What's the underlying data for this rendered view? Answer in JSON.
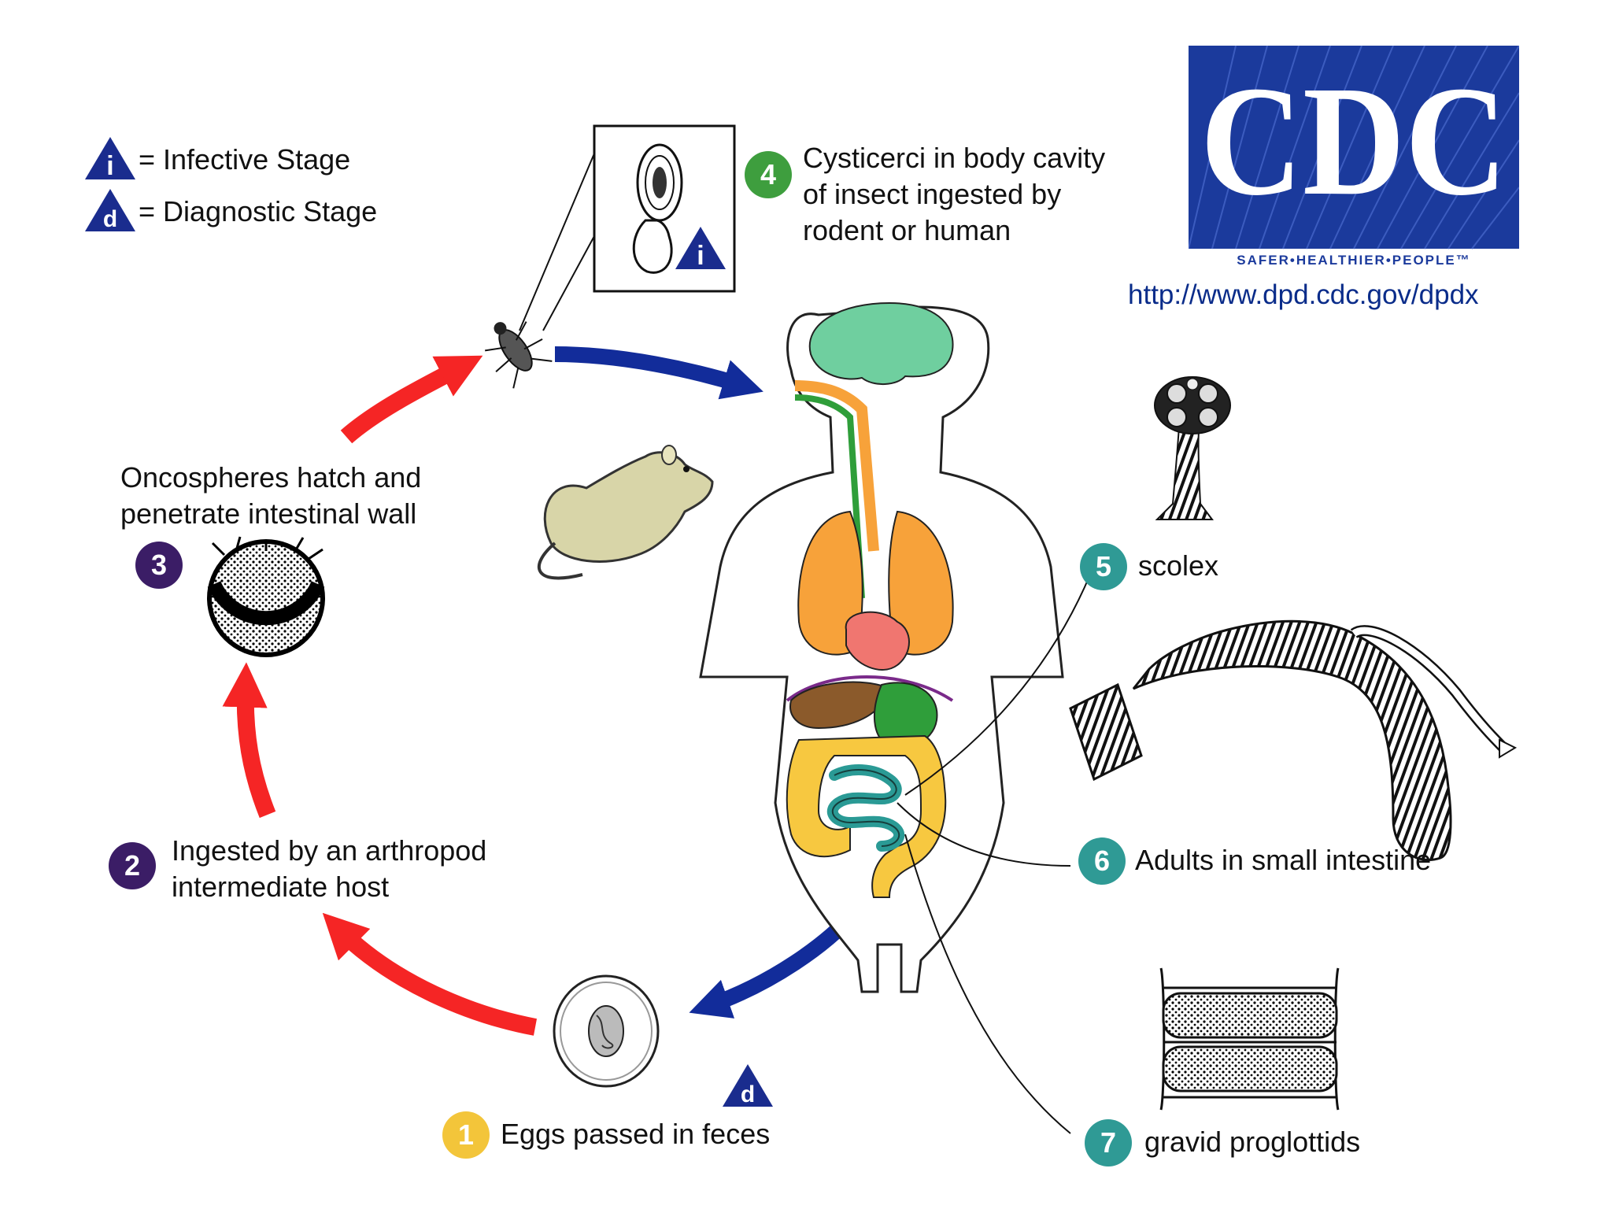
{
  "legend": {
    "infective": {
      "symbol": "i",
      "label": "= Infective Stage"
    },
    "diagnostic": {
      "symbol": "d",
      "label": "= Diagnostic Stage"
    }
  },
  "logo": {
    "text": "CDC",
    "tagline": "SAFER•HEALTHIER•PEOPLE™",
    "url": "http://www.dpd.cdc.gov/dpdx"
  },
  "stages": [
    {
      "number": "1",
      "lines": [
        "Eggs passed in feces"
      ],
      "color": "#f3c53a"
    },
    {
      "number": "2",
      "lines": [
        "Ingested by an arthropod",
        "intermediate host"
      ],
      "color": "#3b1d66"
    },
    {
      "number": "3",
      "lines": [
        "Oncospheres hatch and",
        "penetrate intestinal wall"
      ],
      "color": "#3b1d66"
    },
    {
      "number": "4",
      "lines": [
        "Cysticerci in body cavity",
        "of insect ingested by",
        "rodent or human"
      ],
      "color": "#3e9e3e"
    },
    {
      "number": "5",
      "lines": [
        "scolex"
      ],
      "color": "#2f9a95"
    },
    {
      "number": "6",
      "lines": [
        "Adults in small intestine"
      ],
      "color": "#2f9a95"
    },
    {
      "number": "7",
      "lines": [
        "gravid proglottids"
      ],
      "color": "#2f9a95"
    }
  ],
  "colors": {
    "red_arrow": "#f52525",
    "blue_arrow": "#122c9a",
    "cdc_blue": "#1b3a9c",
    "triangle": "#1a2c8e",
    "brain": "#6fcf9f",
    "lungs": "#f7a23a",
    "heart": "#f07670",
    "liver": "#8b5a2b",
    "stomach": "#2f9e3a",
    "large_intestine": "#f7c840",
    "small_intestine": "#2a9a95",
    "rodent": "#d8d5a8"
  }
}
